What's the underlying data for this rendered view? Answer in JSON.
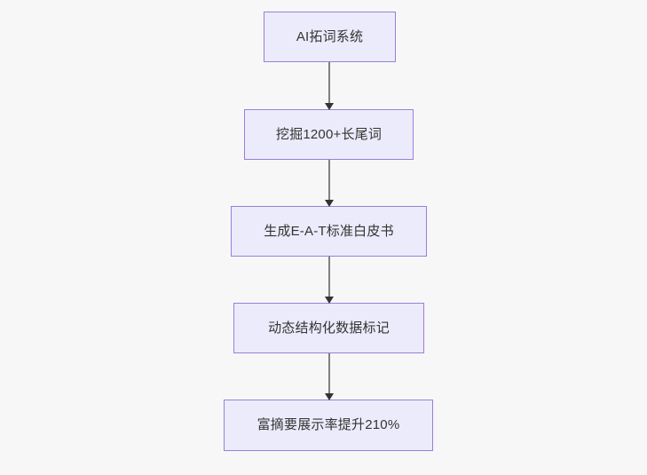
{
  "diagram": {
    "type": "flowchart",
    "direction": "top-to-bottom",
    "background_color": "#f7f7f7",
    "node_fill_color": "#ecebfb",
    "node_border_color": "#9a7fd8",
    "node_text_color": "#333333",
    "edge_color": "#808080",
    "arrowhead_color": "#333333",
    "nodes": [
      {
        "id": "n0",
        "label": "AI拓词系统"
      },
      {
        "id": "n1",
        "label": "挖掘1200+长尾词"
      },
      {
        "id": "n2",
        "label": "生成E-A-T标准白皮书"
      },
      {
        "id": "n3",
        "label": "动态结构化数据标记"
      },
      {
        "id": "n4",
        "label": "富摘要展示率提升210%"
      }
    ],
    "edges": [
      {
        "id": "e0",
        "from": "n0",
        "to": "n1",
        "label": ""
      },
      {
        "id": "e1",
        "from": "n1",
        "to": "n2",
        "label": ""
      },
      {
        "id": "e2",
        "from": "n2",
        "to": "n3",
        "label": ""
      },
      {
        "id": "e3",
        "from": "n3",
        "to": "n4",
        "label": ""
      }
    ]
  }
}
